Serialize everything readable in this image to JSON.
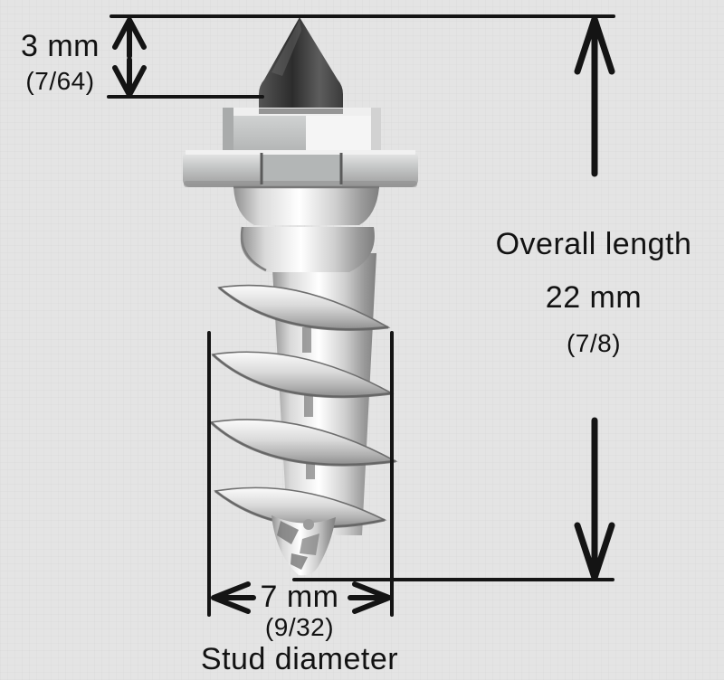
{
  "page": {
    "background_color": "#e4e4e4",
    "line_color": "#141414",
    "text_color": "#121212"
  },
  "diagram": {
    "measurements": {
      "tip_height": {
        "metric": "3 mm",
        "imperial": "(7/64)"
      },
      "overall_length": {
        "label": "Overall length",
        "metric": "22 mm",
        "imperial": "(7/8)"
      },
      "stud_diameter": {
        "label": "Stud diameter",
        "metric": "7 mm",
        "imperial": "(9/32)"
      }
    }
  }
}
